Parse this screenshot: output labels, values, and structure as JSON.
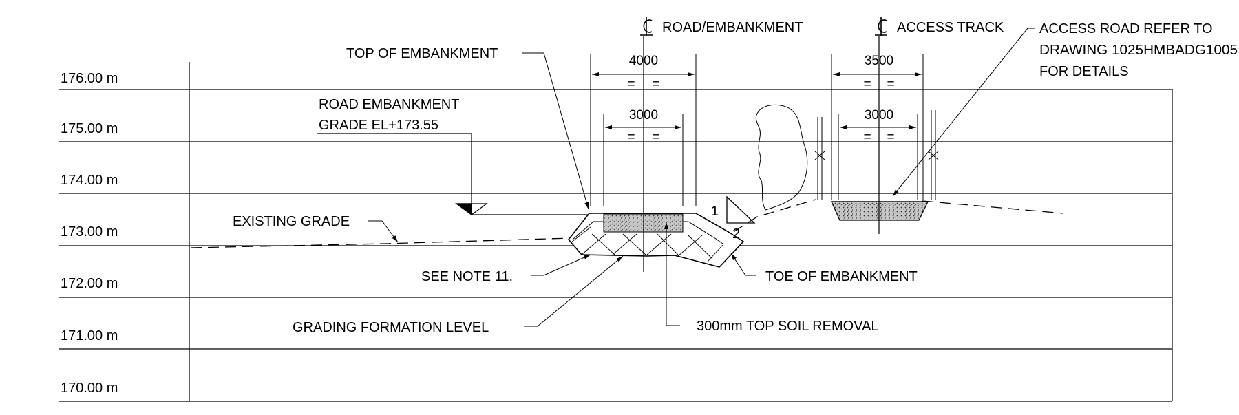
{
  "levels": [
    "176.00 m",
    "175.00 m",
    "174.00 m",
    "173.00 m",
    "172.00 m",
    "171.00 m",
    "170.00 m"
  ],
  "centerlines": {
    "road": "ROAD/EMBANKMENT",
    "access": "ACCESS TRACK"
  },
  "dimensions": {
    "road_top": "4000",
    "road_inner": "3000",
    "access_top": "3500",
    "access_inner": "3000",
    "equal_mark": "="
  },
  "slope": {
    "rise": "1",
    "run": "2"
  },
  "labels": {
    "top_of_embankment": "TOP OF EMBANKMENT",
    "road_grade_line1": "ROAD EMBANKMENT",
    "road_grade_line2": "GRADE EL+173.55",
    "existing_grade": "EXISTING GRADE",
    "see_note": "SEE NOTE 11.",
    "grading_formation": "GRADING FORMATION LEVEL",
    "top_soil": "300mm TOP SOIL REMOVAL",
    "toe_of_embankment": "TOE OF EMBANKMENT",
    "access_note_line1": "ACCESS ROAD REFER TO",
    "access_note_line2": "DRAWING 1025HMBADG1005",
    "access_note_line3": "FOR DETAILS"
  }
}
